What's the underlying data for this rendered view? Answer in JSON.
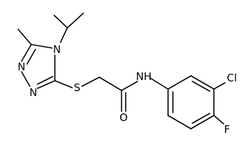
{
  "molecule": {
    "atoms": {
      "n4": "N",
      "n1": "N",
      "n2": "N",
      "s": "S",
      "o": "O",
      "nh": "NH",
      "cl": "Cl",
      "f": "F"
    }
  }
}
